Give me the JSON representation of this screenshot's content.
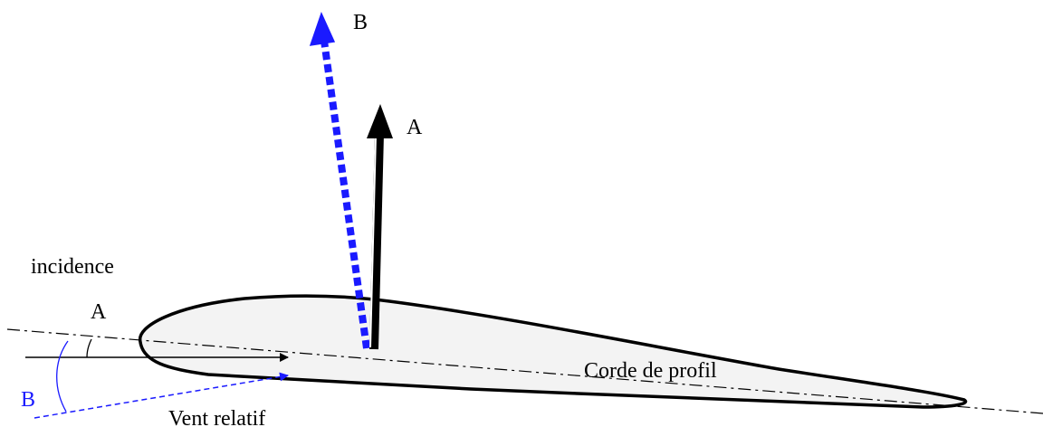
{
  "labels": {
    "lift_vector_b": "B",
    "lift_vector_a": "A",
    "incidence": "incidence",
    "angle_a": "A",
    "angle_b": "B",
    "chord_line": "Corde de profil",
    "relative_wind": "Vent relatif"
  },
  "colors": {
    "case_a": "#000000",
    "case_b": "#1a1aff",
    "airfoil_fill": "#f3f3f3",
    "airfoil_stroke": "#000000"
  }
}
